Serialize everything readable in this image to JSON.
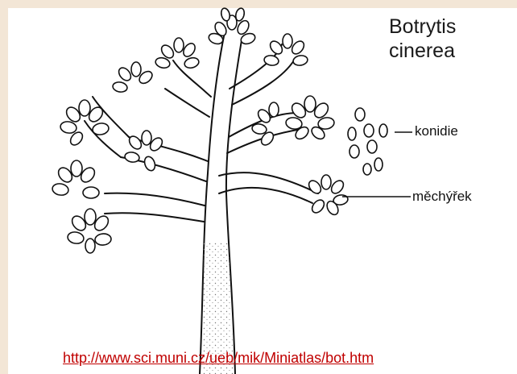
{
  "title_line1": "Botrytis",
  "title_line2": "cinerea",
  "labels": {
    "conidia": "konidie",
    "vesicle": "měchýřek"
  },
  "source_link": "http://www.sci.muni.cz/ueb/mik/Miniatlas/bot.htm",
  "colors": {
    "frame": "#f3e6d6",
    "background": "#ffffff",
    "ink": "#111111",
    "link": "#c00000"
  }
}
